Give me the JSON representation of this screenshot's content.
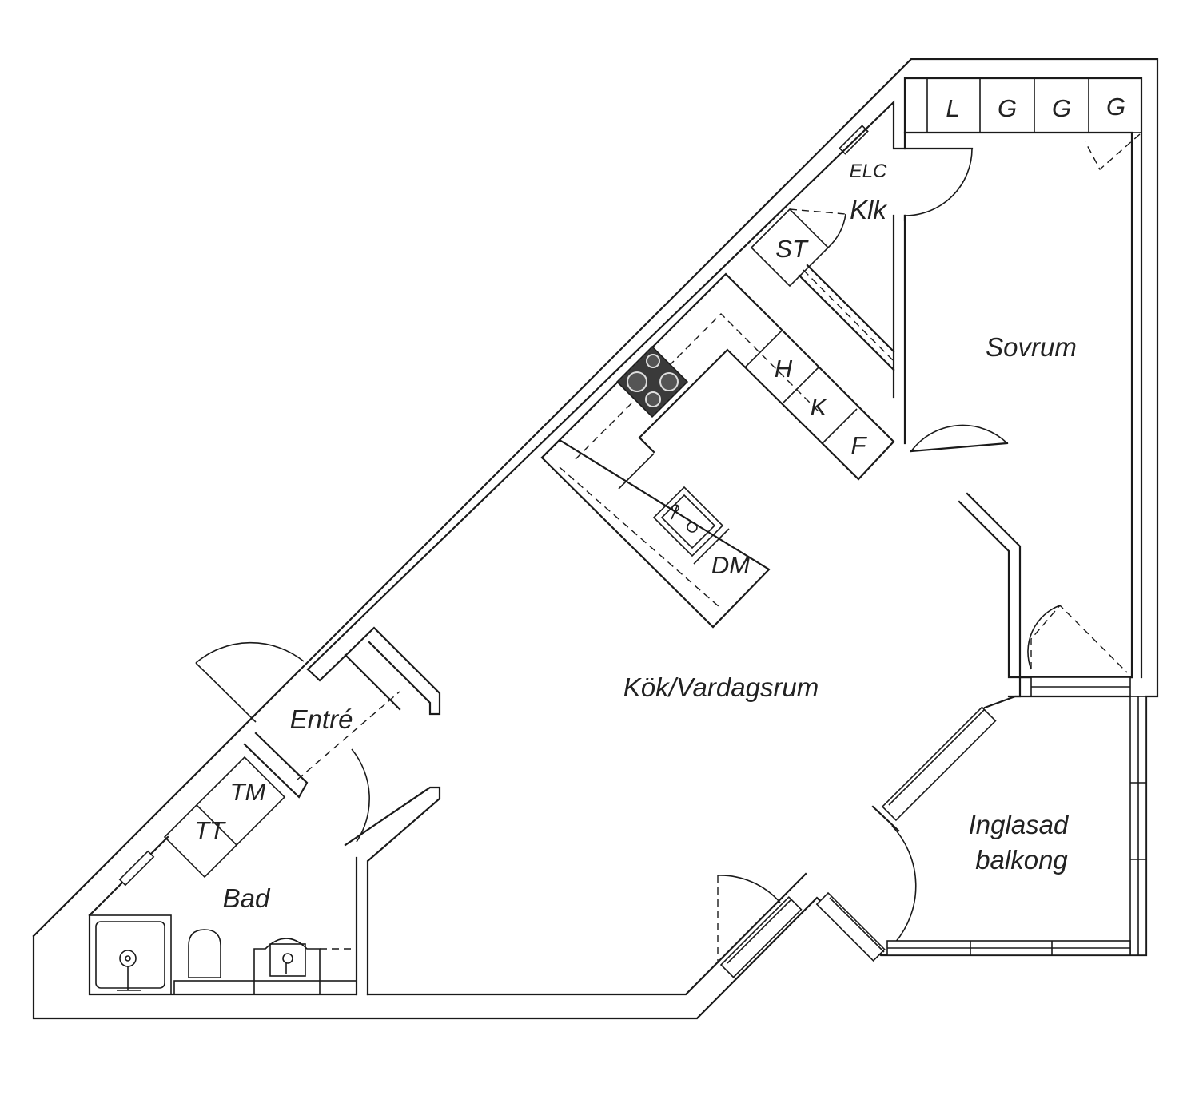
{
  "rooms": {
    "kok_vardagsrum": "Kök/Vardagsrum",
    "sovrum": "Sovrum",
    "entre": "Entré",
    "bad": "Bad",
    "klk": "Klk",
    "inglasad_line1": "Inglasad",
    "inglasad_line2": "balkong"
  },
  "fixtures": {
    "l": "L",
    "g1": "G",
    "g2": "G",
    "g3": "G",
    "elc": "ELC",
    "st": "ST",
    "h": "H",
    "k": "K",
    "f": "F",
    "dm": "DM",
    "tm": "TM",
    "tt": "TT"
  },
  "colors": {
    "line": "#1a1a1a",
    "stove": "#3a3a3a",
    "background": "#ffffff"
  }
}
